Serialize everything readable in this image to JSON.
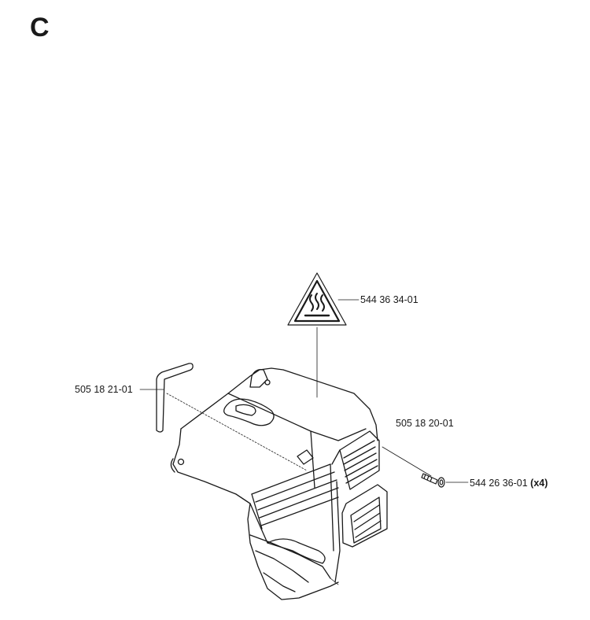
{
  "section": {
    "letter": "C"
  },
  "parts": {
    "warning_label": {
      "number": "544 36 34-01"
    },
    "hex_key": {
      "number": "505 18 21-01"
    },
    "cover": {
      "number": "505 18 20-01"
    },
    "screw": {
      "number": "544 26 36-01",
      "quantity": "(x4)"
    }
  },
  "colors": {
    "line": "#1a1a1a",
    "background": "#ffffff"
  }
}
